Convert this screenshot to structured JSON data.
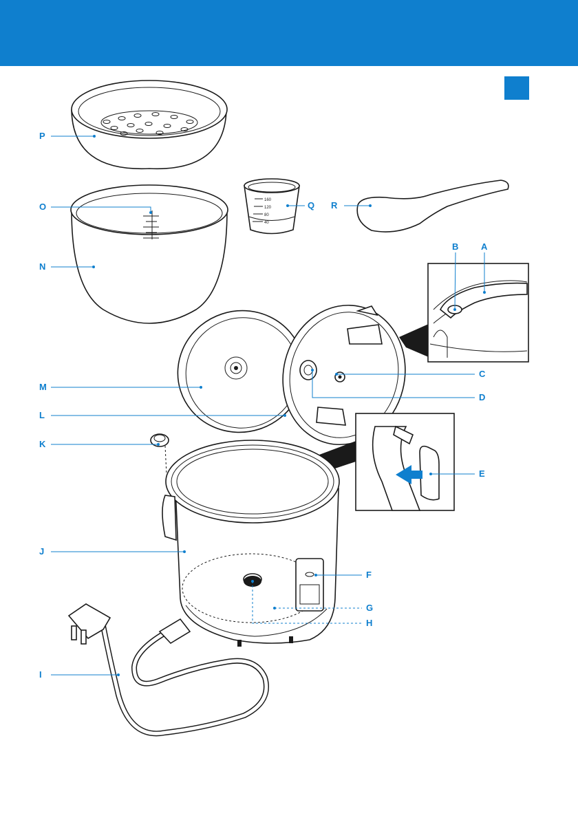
{
  "badge_color": "#0f7fce",
  "labels": {
    "A": "A",
    "B": "B",
    "C": "C",
    "D": "D",
    "E": "E",
    "F": "F",
    "G": "G",
    "H": "H",
    "I": "I",
    "J": "J",
    "K": "K",
    "L": "L",
    "M": "M",
    "N": "N",
    "O": "O",
    "P": "P",
    "Q": "Q",
    "R": "R"
  },
  "measuring_cup_marks": [
    "160",
    "120",
    "80",
    "40"
  ]
}
